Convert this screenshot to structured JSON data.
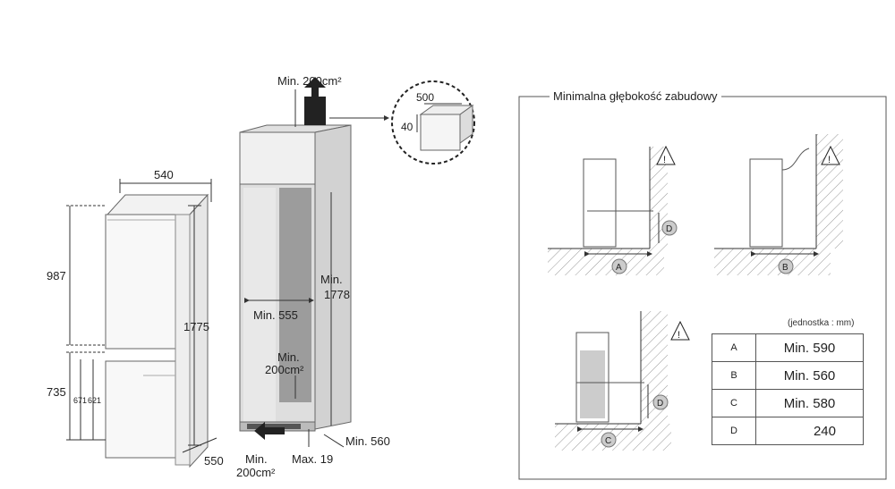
{
  "left": {
    "fridge": {
      "width": "540",
      "depth": "550",
      "height": "1775",
      "top_section": "987",
      "bottom_section": "735",
      "d1": "671",
      "d2": "621"
    },
    "cabinet": {
      "vent_top": "Min. 200cm²",
      "inner_width": "Min. 555",
      "inner_height_1": "Min.",
      "inner_height_2": "1778",
      "vent_mid_1": "Min.",
      "vent_mid_2": "200cm²",
      "vent_bottom_1": "Min.",
      "vent_bottom_2": "200cm²",
      "max_gap": "Max. 19",
      "depth": "Min. 560"
    },
    "detail": {
      "w": "500",
      "h": "40"
    }
  },
  "right": {
    "title": "Minimalna głębokość zabudowy",
    "unit_note": "(jednostka : mm)",
    "markers": [
      "A",
      "B",
      "C",
      "D",
      "D"
    ],
    "warning": "!",
    "table": [
      {
        "key": "A",
        "value": "Min. 590"
      },
      {
        "key": "B",
        "value": "Min. 560"
      },
      {
        "key": "C",
        "value": "Min. 580"
      },
      {
        "key": "D",
        "value": "240"
      }
    ]
  }
}
